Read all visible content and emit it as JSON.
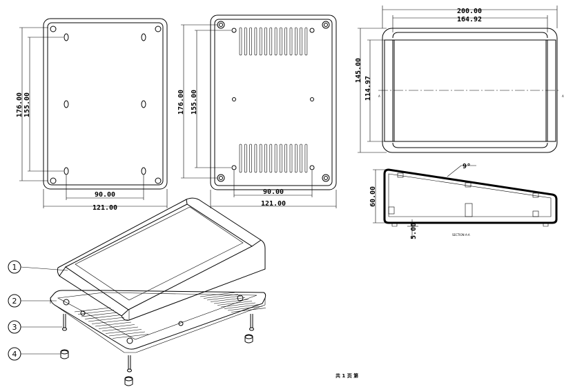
{
  "top_view_left": {
    "dim_width_inner": "90.00",
    "dim_width_outer": "121.00",
    "dim_height_outer": "176.00",
    "dim_height_inner": "155.00"
  },
  "bottom_view": {
    "dim_width_inner": "90.00",
    "dim_width_outer": "121.00",
    "dim_height_outer": "176.00",
    "dim_height_inner": "155.00"
  },
  "front_view": {
    "dim_width_outer": "200.00",
    "dim_width_inner": "164.92",
    "dim_height_outer": "145.00",
    "dim_height_inner": "114.97",
    "section_mark_left": "A",
    "section_mark_right": "A"
  },
  "section_view": {
    "angle": "9°",
    "dim_height": "60.00",
    "dim_foot": "5.00",
    "caption": "SECTION A-A"
  },
  "parts": [
    {
      "number": "1"
    },
    {
      "number": "2"
    },
    {
      "number": "3"
    },
    {
      "number": "4"
    }
  ],
  "footer_text": "共 1 页 第"
}
